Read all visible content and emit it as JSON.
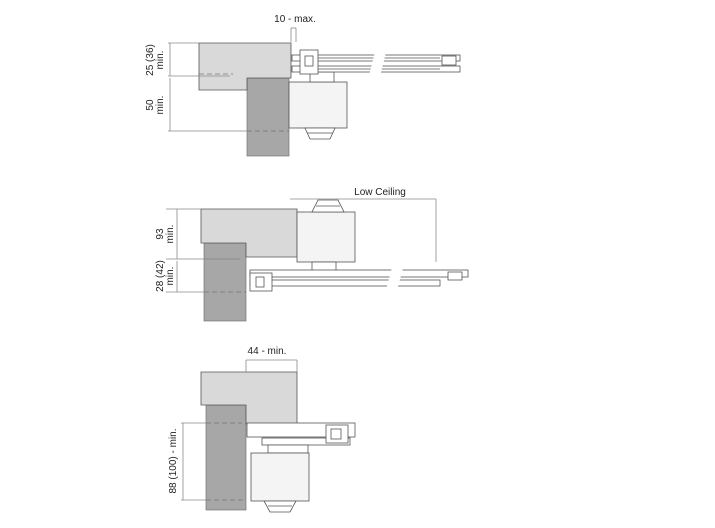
{
  "diagrams": {
    "top": {
      "dim_top": "10 - max.",
      "dim_left_upper_1": "25 (36)",
      "dim_left_upper_2": "min.",
      "dim_left_lower_1": "50",
      "dim_left_lower_2": "min."
    },
    "middle": {
      "label_ceiling": "Low Ceiling",
      "dim_left_upper_1": "93",
      "dim_left_upper_2": "min.",
      "dim_left_lower_1": "28 (42)",
      "dim_left_lower_2": "min."
    },
    "bottom": {
      "dim_top": "44 - min.",
      "dim_left": "88 (100) - min."
    }
  }
}
